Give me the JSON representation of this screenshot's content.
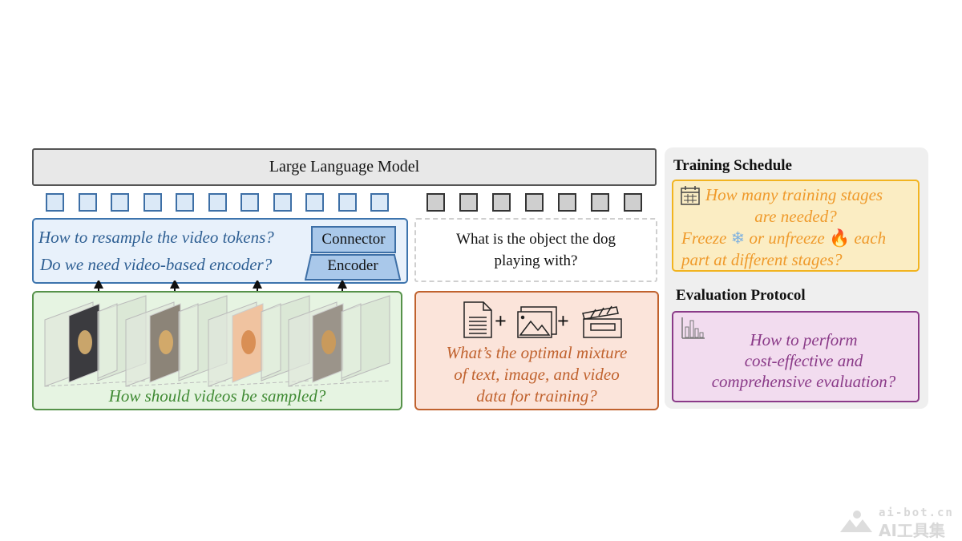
{
  "llm": {
    "label": "Large Language Model"
  },
  "video_tokens": {
    "count": 11,
    "color": "#dbe9f7"
  },
  "text_tokens": {
    "count": 7,
    "color": "#cfcfcf"
  },
  "architecture": {
    "question_resample": "How to resample the video tokens?",
    "question_encoder": "Do we need video-based encoder?",
    "connector_label": "Connector",
    "encoder_label": "Encoder"
  },
  "sampling": {
    "question": "How should videos be sampled?",
    "frames": [
      "dog frame 1",
      "dog frame 2",
      "dog frame 3",
      "dog frame 4"
    ]
  },
  "text_query": {
    "line1": "What is the object the dog",
    "line2": "playing with?"
  },
  "data_mixture": {
    "icons": [
      "document-icon",
      "image-icon",
      "video-clapper-icon"
    ],
    "plus": "+",
    "line1": "What’s the optimal mixture",
    "line2": "of text, image, and video",
    "line3": "data for training?"
  },
  "training_schedule": {
    "title": "Training Schedule",
    "line1": "How many training stages",
    "line2": "are needed?",
    "line3a": "Freeze",
    "line3b": "or unfreeze",
    "line3c": "each",
    "line4": "part at different stages?",
    "snowflake": "❄",
    "fire": "🔥"
  },
  "evaluation_protocol": {
    "title": "Evaluation Protocol",
    "line1": "How to perform",
    "line2": "cost-effective and",
    "line3": "comprehensive evaluation?"
  },
  "watermark": {
    "line1": "ai-bot.cn",
    "line2": "AI工具集"
  },
  "colors": {
    "blue": "#3d74ad",
    "green": "#56924a",
    "orange": "#c0622e",
    "yellow": "#f2b420",
    "purple": "#8a3a88"
  }
}
